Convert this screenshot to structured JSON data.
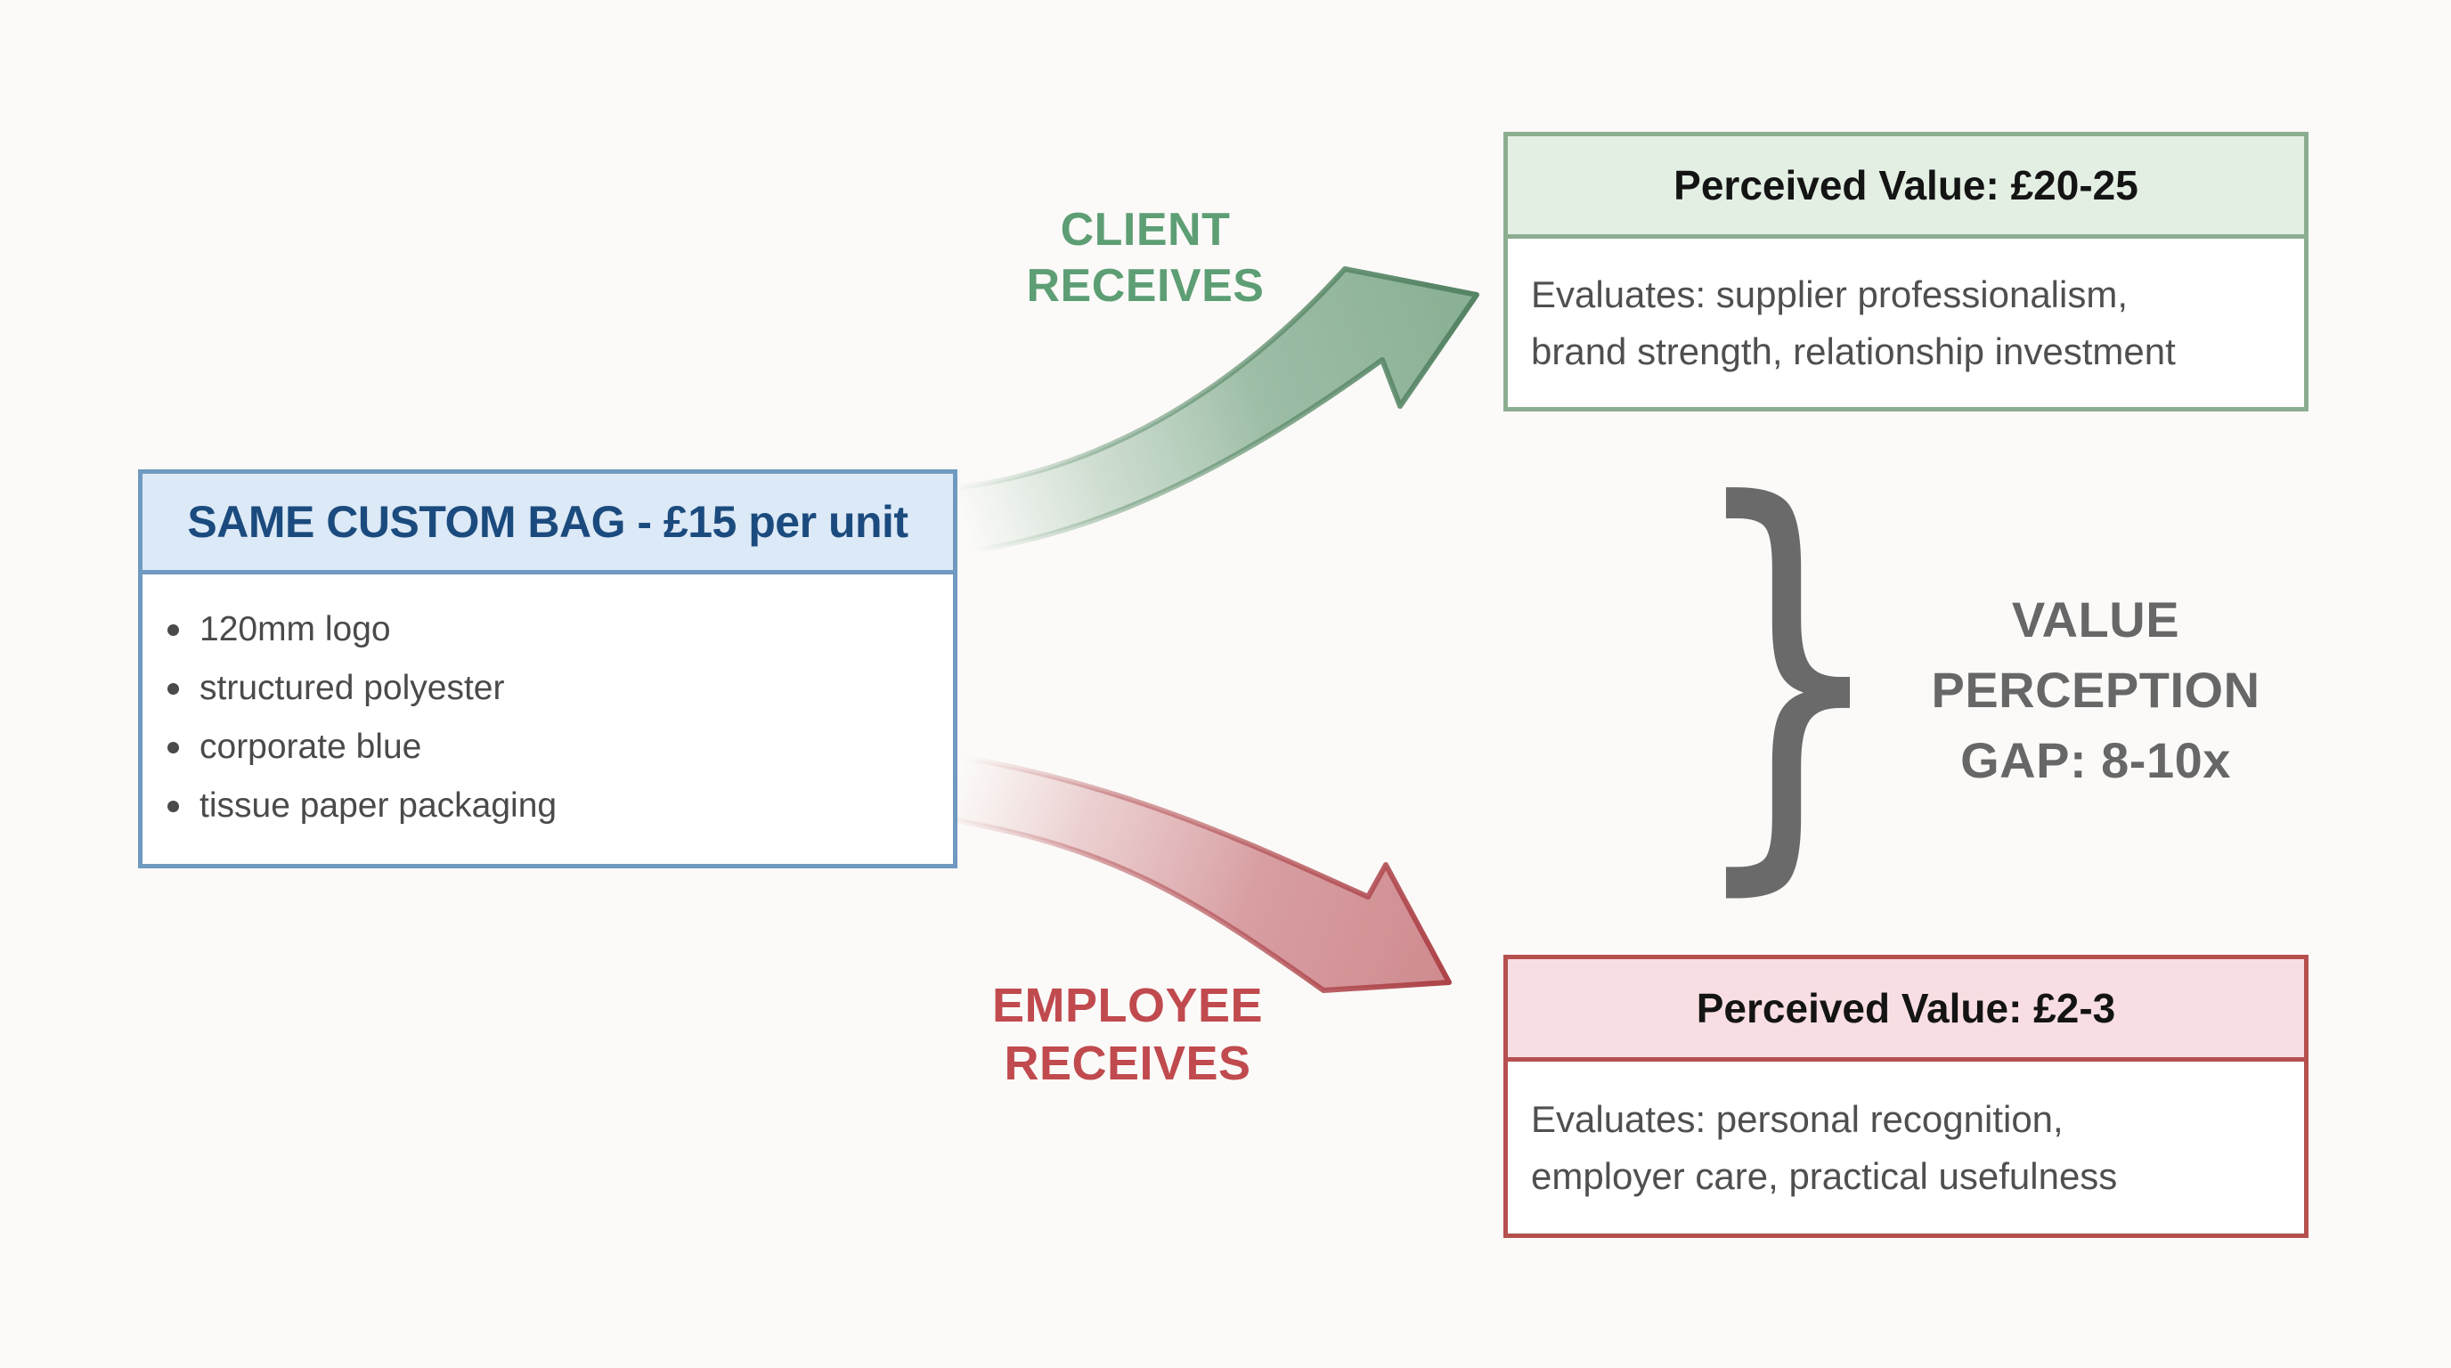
{
  "colors": {
    "bg": "#fbfaf8",
    "blue-border": "#6f99c0",
    "blue-header-bg": "#dce9f6",
    "blue-title": "#1b4b7e",
    "bullet-text": "#4a4a4a",
    "green-border": "#8cae90",
    "green-header-bg": "#e4efe4",
    "red-border": "#b5504f",
    "red-header-bg": "#f8dee2",
    "box-title": "#141414",
    "box-body-text": "#4f4f4f",
    "client-label": "#5d9e74",
    "employee-label": "#c04a4e",
    "gap-text": "#676767",
    "brace": "#6a6a6a",
    "arrow-green": "#8ab195",
    "arrow-green-edge": "#568465",
    "arrow-red": "#cf8b90",
    "arrow-red-edge": "#ad4348"
  },
  "source_box": {
    "title": "SAME CUSTOM BAG - £15 per unit",
    "bullets": [
      "120mm logo",
      "structured polyester",
      "corporate blue",
      "tissue paper packaging"
    ]
  },
  "client_path": {
    "label_lines": [
      "CLIENT",
      "RECEIVES"
    ],
    "box": {
      "title": "Perceived Value: £20-25",
      "body_lines": [
        "Evaluates: supplier professionalism,",
        "brand strength, relationship investment"
      ]
    }
  },
  "employee_path": {
    "label_lines": [
      "EMPLOYEE",
      "RECEIVES"
    ],
    "box": {
      "title": "Perceived Value: £2-3",
      "body_lines": [
        "Evaluates: personal recognition,",
        "employer care, practical usefulness"
      ]
    }
  },
  "gap": {
    "brace_glyph": "}",
    "lines": [
      "VALUE",
      "PERCEPTION",
      "GAP: 8-10x"
    ]
  }
}
